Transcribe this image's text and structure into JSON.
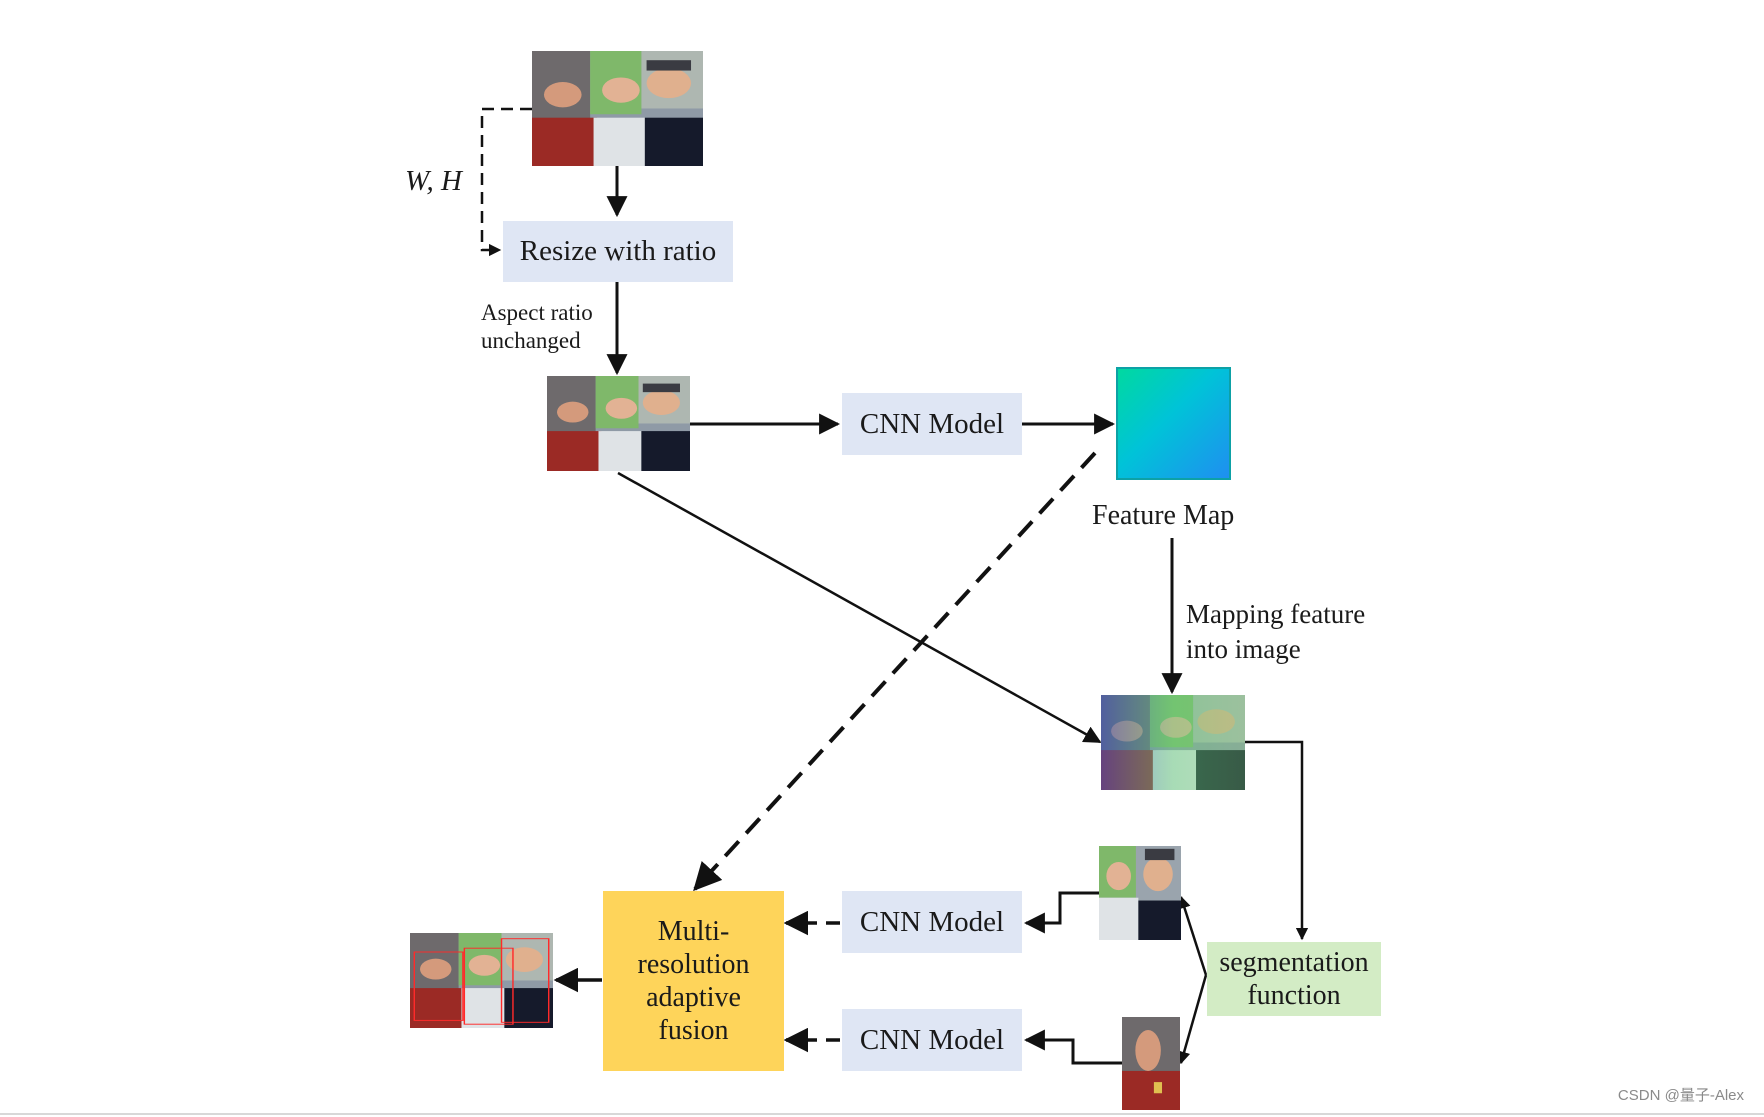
{
  "diagram": {
    "boxes": {
      "resize": "Resize with ratio",
      "cnn_top": "CNN Model",
      "cnn_mid": "CNN Model",
      "cnn_bottom": "CNN Model",
      "fusion_lines": [
        "Multi-",
        "resolution",
        "adaptive",
        "fusion"
      ],
      "segmentation_lines": [
        "segmentation",
        "function"
      ]
    },
    "labels": {
      "wh": "W, H",
      "aspect_lines": [
        "Aspect ratio",
        "unchanged"
      ],
      "feature_map": "Feature Map",
      "mapping_lines": [
        "Mapping feature",
        "into image"
      ]
    },
    "colors": {
      "model_box": "#dfe6f4",
      "fusion_box": "#fed45a",
      "segmentation_box": "#d3ecc5",
      "feature_map_from": "#00d9a0",
      "feature_map_to": "#1f8ff0"
    }
  },
  "watermark": "CSDN @量子-Alex"
}
